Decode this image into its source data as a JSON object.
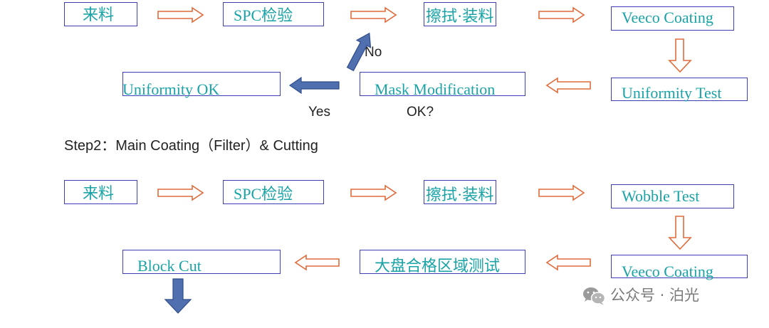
{
  "step1": {
    "boxes": {
      "incoming": "来料",
      "spc": "SPC检验",
      "wipe_load": "擦拭·装料",
      "veeco_coating": "Veeco Coating",
      "uniformity_test": "Uniformity Test",
      "mask_modification": "Mask Modification",
      "uniformity_ok": "Uniformity OK"
    },
    "labels": {
      "no": "No",
      "yes": "Yes",
      "ok_question": "OK?"
    }
  },
  "step2": {
    "heading": "Step2：Main Coating（Filter）&   Cutting",
    "boxes": {
      "incoming": "来料",
      "spc": "SPC检验",
      "wipe_load": "擦拭·装料",
      "wobble_test": "Wobble Test",
      "veeco_coating": "Veeco Coating",
      "large_plate_test": "大盘合格区域测试",
      "block_cut": "Block Cut"
    }
  },
  "watermark": {
    "text": "公众号 · 泊光",
    "icon": "wechat-icon"
  },
  "colors": {
    "box_border": "#3f3fb5",
    "box_text": "#1aa3a6",
    "hollow_arrow": "#e06a3a",
    "solid_arrow_fill": "#4f6fae",
    "solid_arrow_stroke": "#2f4d8a"
  }
}
